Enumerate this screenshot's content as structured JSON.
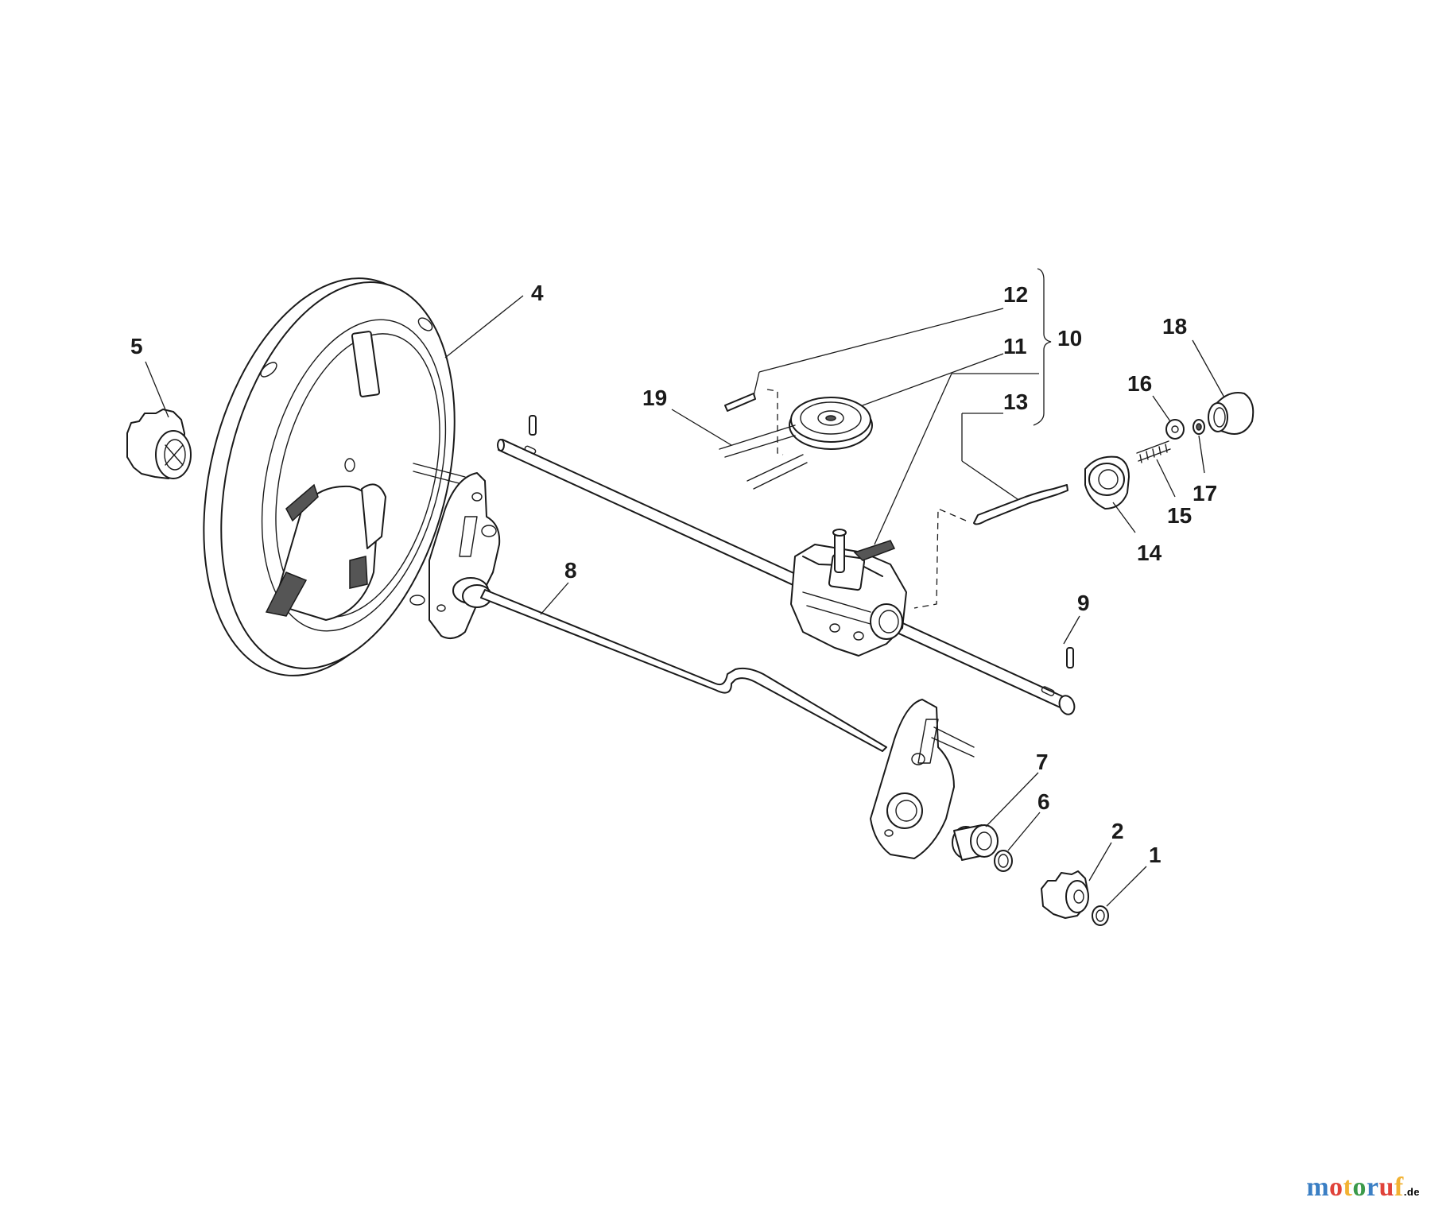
{
  "diagram": {
    "callouts": [
      "1",
      "2",
      "4",
      "5",
      "6",
      "7",
      "8",
      "9",
      "10",
      "11",
      "12",
      "13",
      "14",
      "15",
      "16",
      "17",
      "18",
      "19"
    ]
  },
  "watermark": {
    "text": "motoruf",
    "suffix": ".de",
    "letter_colors": [
      "#3b7fc4",
      "#e0433a",
      "#f2b233",
      "#3b9a4a",
      "#3b7fc4",
      "#e0433a",
      "#f2b233"
    ]
  }
}
